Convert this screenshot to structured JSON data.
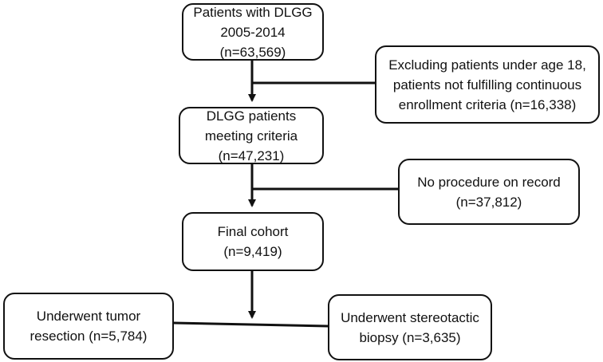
{
  "flowchart": {
    "patients_box": {
      "lines": [
        "Patients with DLGG",
        "2005-2014",
        "(n=63,569)"
      ]
    },
    "exclusion_box": {
      "lines": [
        "Excluding patients under age 18,",
        "patients not fulfilling continuous",
        "enrollment criteria (n=16,338)"
      ]
    },
    "meeting_criteria_box": {
      "lines": [
        "DLGG patients",
        "meeting criteria",
        "(n=47,231)"
      ]
    },
    "no_procedure_box": {
      "lines": [
        "No procedure on record",
        "(n=37,812)"
      ]
    },
    "final_cohort_box": {
      "lines": [
        "Final cohort",
        "(n=9,419)"
      ]
    },
    "resection_box": {
      "lines": [
        "Underwent tumor",
        "resection (n=5,784)"
      ]
    },
    "biopsy_box": {
      "lines": [
        "Underwent stereotactic",
        "biopsy (n=3,635)"
      ]
    }
  },
  "colors": {
    "stroke": "#111111",
    "background": "#ffffff"
  }
}
